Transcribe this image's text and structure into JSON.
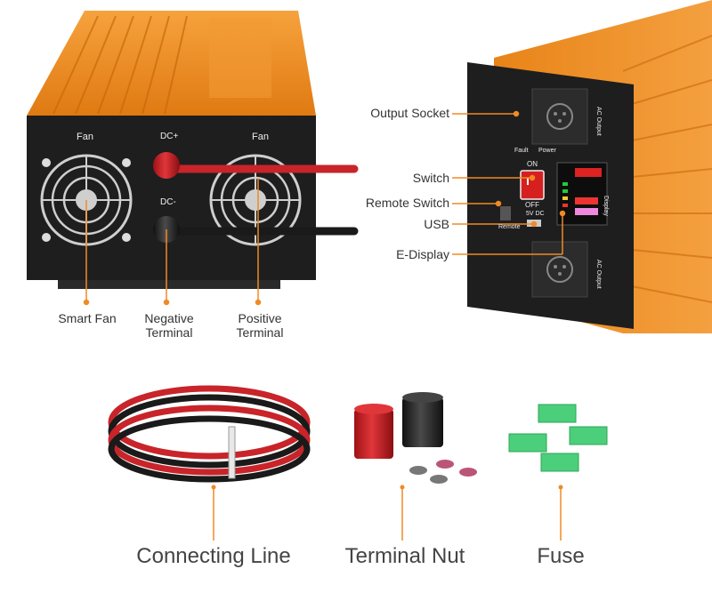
{
  "colors": {
    "accent_orange": "#f0891c",
    "panel_black": "#1e1e1e",
    "cable_red": "#c8242a",
    "cable_black": "#1a1a1a",
    "fuse_green": "#4ccf7a",
    "leader_line": "#f08a24"
  },
  "left_unit": {
    "fan_left": "Fan",
    "fan_right": "Fan",
    "dc_plus": "DC+",
    "dc_minus": "DC-",
    "callouts": {
      "smart_fan": "Smart Fan",
      "negative_terminal": "Negative\nTerminal",
      "positive_terminal": "Positive\nTerminal"
    }
  },
  "right_unit": {
    "callouts": {
      "output_socket": "Output Socket",
      "switch": "Switch",
      "remote_switch": "Remote Switch",
      "usb": "USB",
      "e_display": "E-Display"
    },
    "panel_text": {
      "fault": "Fault",
      "power": "Power",
      "on": "ON",
      "off": "OFF",
      "remote": "Remote",
      "usb_5v": "5V DC",
      "display": "Display",
      "ac_output": "AC Output"
    }
  },
  "accessories": {
    "connecting_line": "Connecting Line",
    "terminal_nut": "Terminal Nut",
    "fuse": "Fuse"
  },
  "icons": [
    "fan-icon",
    "ac-socket-icon",
    "rocker-switch-icon",
    "usb-port-icon",
    "display-icon",
    "cable-icon",
    "nut-icon",
    "fuse-icon"
  ]
}
